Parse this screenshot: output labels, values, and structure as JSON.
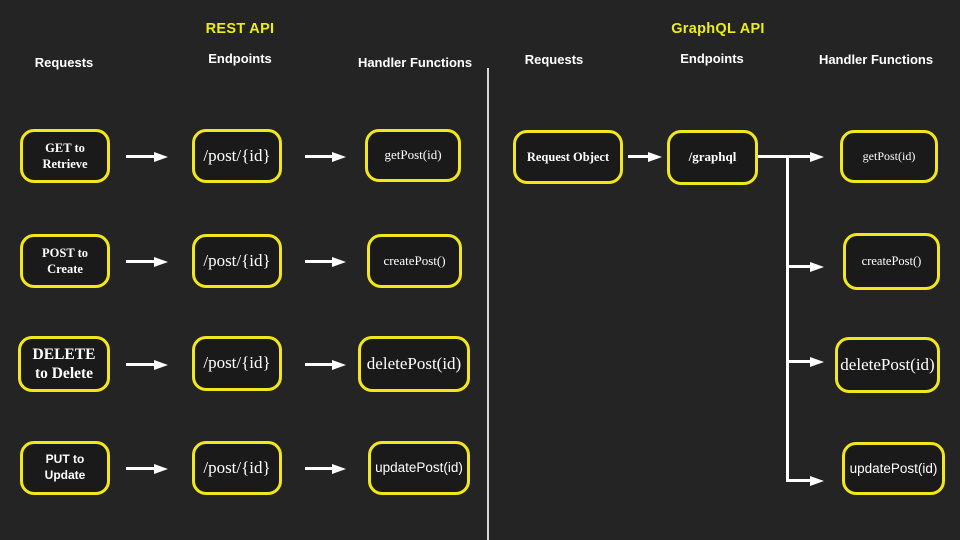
{
  "colors": {
    "background": "#242424",
    "node_fill": "#1a1a1a",
    "node_border": "#F2E71A",
    "title_yellow": "#EDEE15",
    "text_white": "#FFFFFF",
    "arrow_white": "#FFFFFF",
    "divider_gray": "#D9D9D9"
  },
  "rest": {
    "title": "REST API",
    "headers": {
      "requests": "Requests",
      "endpoints": "Endpoints",
      "handlers": "Handler Functions"
    },
    "rows": [
      {
        "request": "GET to Retrieve",
        "endpoint": "/post/{id}",
        "handler": "getPost(id)"
      },
      {
        "request": "POST to Create",
        "endpoint": "/post/{id}",
        "handler": "createPost()"
      },
      {
        "request": "DELETE to Delete",
        "endpoint": "/post/{id}",
        "handler": "deletePost(id)"
      },
      {
        "request": "PUT to Update",
        "endpoint": "/post/{id}",
        "handler": "updatePost(id)"
      }
    ]
  },
  "graphql": {
    "title": "GraphQL API",
    "headers": {
      "requests": "Requests",
      "endpoints": "Endpoints",
      "handlers": "Handler Functions"
    },
    "request": "Request Object",
    "endpoint": "/graphql",
    "handlers": [
      "getPost(id)",
      "createPost()",
      "deletePost(id)",
      "updatePost(id)"
    ]
  }
}
